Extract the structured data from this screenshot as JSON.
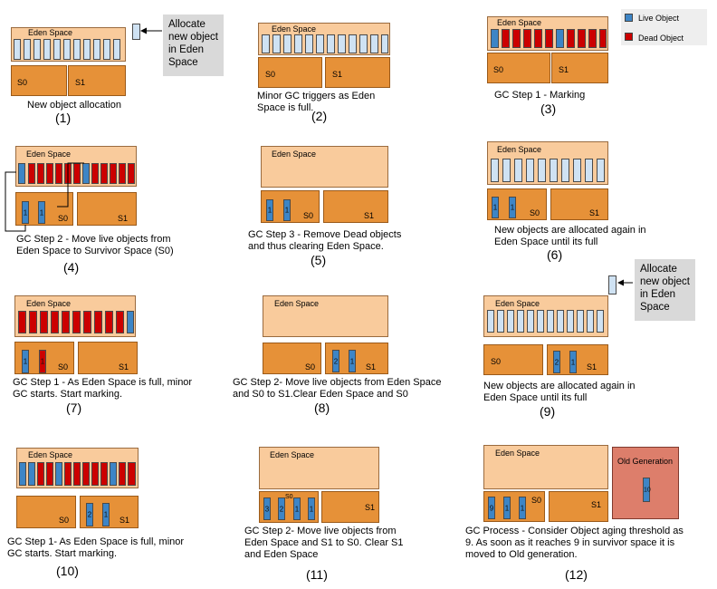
{
  "labels": {
    "eden": "Eden Space",
    "s0": "S0",
    "s1": "S1",
    "old": "Old Generation"
  },
  "legend": {
    "live": "Live Object",
    "dead": "Dead Object"
  },
  "colors": {
    "eden": "#f9cb9c",
    "survivor": "#e69138",
    "empty_slot": "#cfe2f3",
    "live": "#3d85c6",
    "dead": "#cc0000",
    "old": "#dd7e6b",
    "callout": "#d9d9d9"
  },
  "callouts": {
    "c1": "Allocate new object in Eden Space",
    "c9": "Allocate new object in Eden Space"
  },
  "panels": [
    {
      "num": "(1)",
      "caption": "New object allocation",
      "eden": "eeeeeeeeeee",
      "s0": [],
      "s1": []
    },
    {
      "num": "(2)",
      "caption": "Minor GC triggers as Eden Space is full.",
      "eden": "eeeeeeeeeeee",
      "s0": [],
      "s1": []
    },
    {
      "num": "(3)",
      "caption": "GC Step 1 - Marking",
      "eden": "ldddddldddd",
      "s0": [],
      "s1": []
    },
    {
      "num": "(4)",
      "caption": "GC Step 2 - Move live objects from Eden Space to Survivor Space (S0)",
      "eden": "ldddddddldddd",
      "s0": [
        "1",
        "1"
      ],
      "s1": []
    },
    {
      "num": "(5)",
      "caption": "GC Step 3 - Remove Dead objects and thus clearing Eden Space.",
      "eden": "",
      "s0": [
        "1",
        "1"
      ],
      "s1": []
    },
    {
      "num": "(6)",
      "caption": "New objects are allocated again in Eden Space until its full",
      "eden": "eeeeeeeeee",
      "s0": [
        "1",
        "1"
      ],
      "s1": []
    },
    {
      "num": "(7)",
      "caption": "GC Step 1 - As Eden Space is full, minor GC starts. Start marking.",
      "eden": "ddddddddddl",
      "s0": [
        "1",
        "1"
      ],
      "s1": []
    },
    {
      "num": "(8)",
      "caption": "GC Step 2- Move live objects from Eden Space and S0 to S1.Clear Eden Space and S0",
      "eden": "",
      "s0": [],
      "s1": [
        "2",
        "1"
      ]
    },
    {
      "num": "(9)",
      "caption": "New objects are allocated again in Eden Space until its full",
      "eden": "eeeeeeeeeeee",
      "s0": [],
      "s1": [
        "2",
        "1"
      ]
    },
    {
      "num": "(10)",
      "caption": "GC Step 1- As Eden Space is full, minor GC starts. Start marking.",
      "eden": "llddldddddldd",
      "s0": [],
      "s1": [
        "2",
        "1"
      ]
    },
    {
      "num": "(11)",
      "caption": "GC Step 2- Move live objects from Eden Space and S1 to S0. Clear S1 and Eden Space",
      "eden": "",
      "s0": [
        "3",
        "2",
        "1",
        "1"
      ],
      "s1": []
    },
    {
      "num": "(12)",
      "caption": "GC Process - Consider Object aging threshold as 9. As soon as it reaches 9 in survivor space it is moved to Old generation.",
      "eden": "",
      "s0": [
        "9",
        "1",
        "1"
      ],
      "s1": [],
      "old": [
        "10"
      ]
    }
  ]
}
